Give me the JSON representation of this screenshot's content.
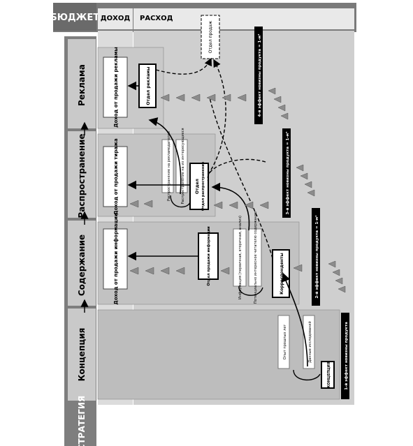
{
  "header": {
    "budget": "БЮДЖЕТ",
    "income": "ДОХОД",
    "expense": "РАСХОД"
  },
  "strategy": {
    "title": "СТРАТЕГИЯ",
    "stages": [
      "Концепция",
      "Содержание",
      "Распространение",
      "Реклама"
    ]
  },
  "income_boxes": {
    "ads": "Доход от продажи рекламы",
    "circulation": "Доход от продажи тиража",
    "information": "Доход от продажи информации"
  },
  "departments": {
    "sales": "Отдел продаж",
    "ads": "Отдел рекламы",
    "distribution": "Отдел распространения",
    "info_sales": "Отдел продажи информации",
    "correspondents": "Корреспонденты",
    "concept": "КОНЦЕПЦИЯ"
  },
  "notes": {
    "spend_ad": "Распространение на рекламодателей",
    "spend_interest": "Распространение на их интересующиеся",
    "info_types": "Информация (первичная, вторичная, анализ)",
    "reader_content": "Потенциально интересное читателю содержание",
    "past_experience": "Опыт прошлых лет",
    "research": "Данные исследований"
  },
  "effects": {
    "e1": "1-й эффект новизны продукта",
    "e2": "2-й эффект новизны продукта = 1-м²",
    "e3": "3-й эффект новизны продукта = 1-м³",
    "e4": "4-й эффект новизны продукта = 1-м⁴"
  },
  "colors": {
    "dark": "#5a5a5a",
    "panel": "#c8c8c8",
    "panel_light": "#d8d8d8",
    "arrow": "#8c8c8c",
    "black": "#000000"
  }
}
